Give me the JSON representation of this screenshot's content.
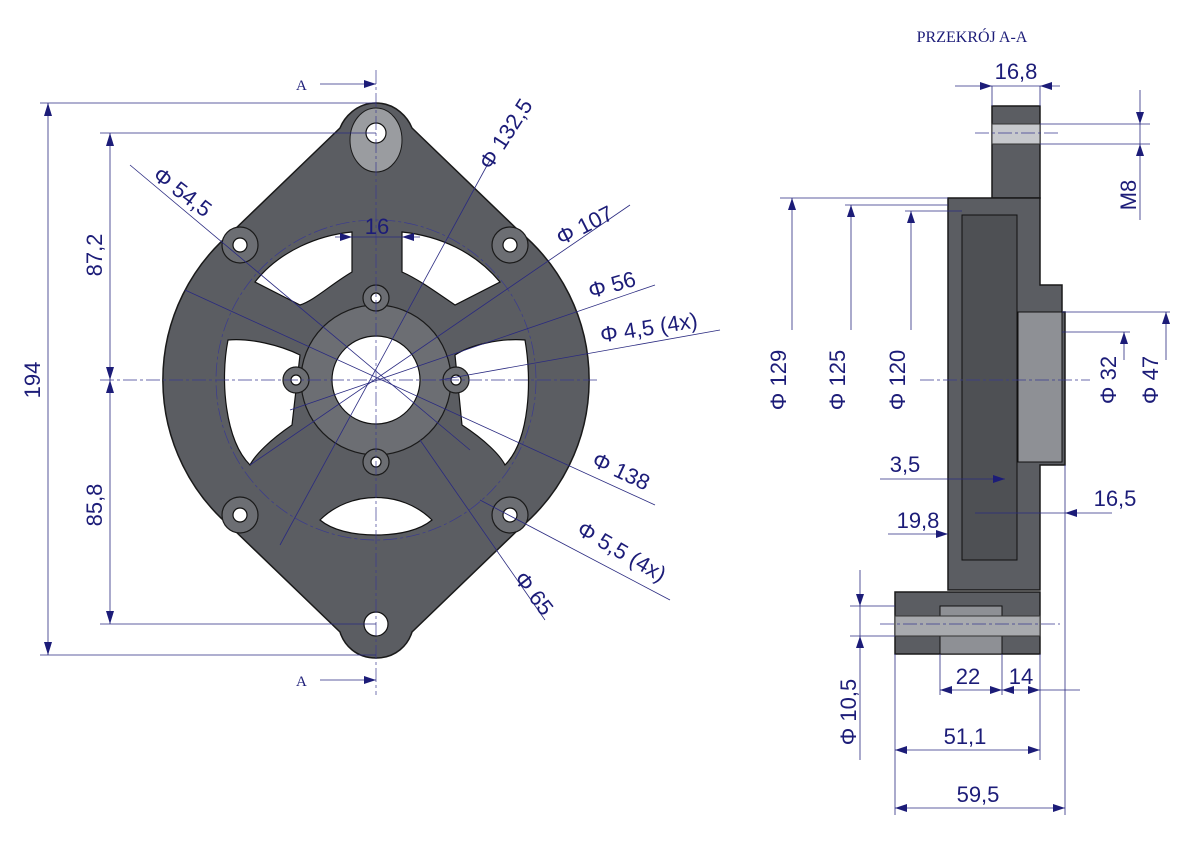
{
  "section_title": "PRZEKRÓJ A-A",
  "section_marks": {
    "top": "A",
    "bottom": "A"
  },
  "front_view": {
    "overall_height": "194",
    "upper_height": "87,2",
    "lower_height": "85,8",
    "dia_54_5": "Φ 54,5",
    "spoke_width": "16",
    "dia_132_5": "Φ 132,5",
    "dia_107": "Φ 107",
    "dia_56": "Φ 56",
    "dia_4_5": "Φ 4,5 (4x)",
    "dia_138": "Φ 138",
    "dia_5_5": "Φ 5,5 (4x)",
    "dia_65": "Φ 65"
  },
  "section_view": {
    "width_16_8": "16,8",
    "thread": "M8",
    "dia_129": "Φ 129",
    "dia_125": "Φ 125",
    "dia_120": "Φ 120",
    "dia_32": "Φ 32",
    "dia_47": "Φ 47",
    "depth_3_5": "3,5",
    "depth_16_5": "16,5",
    "depth_19_8": "19,8",
    "dia_10_5": "Φ 10,5",
    "width_22": "22",
    "width_14": "14",
    "width_51_1": "51,1",
    "width_59_5": "59,5"
  }
}
